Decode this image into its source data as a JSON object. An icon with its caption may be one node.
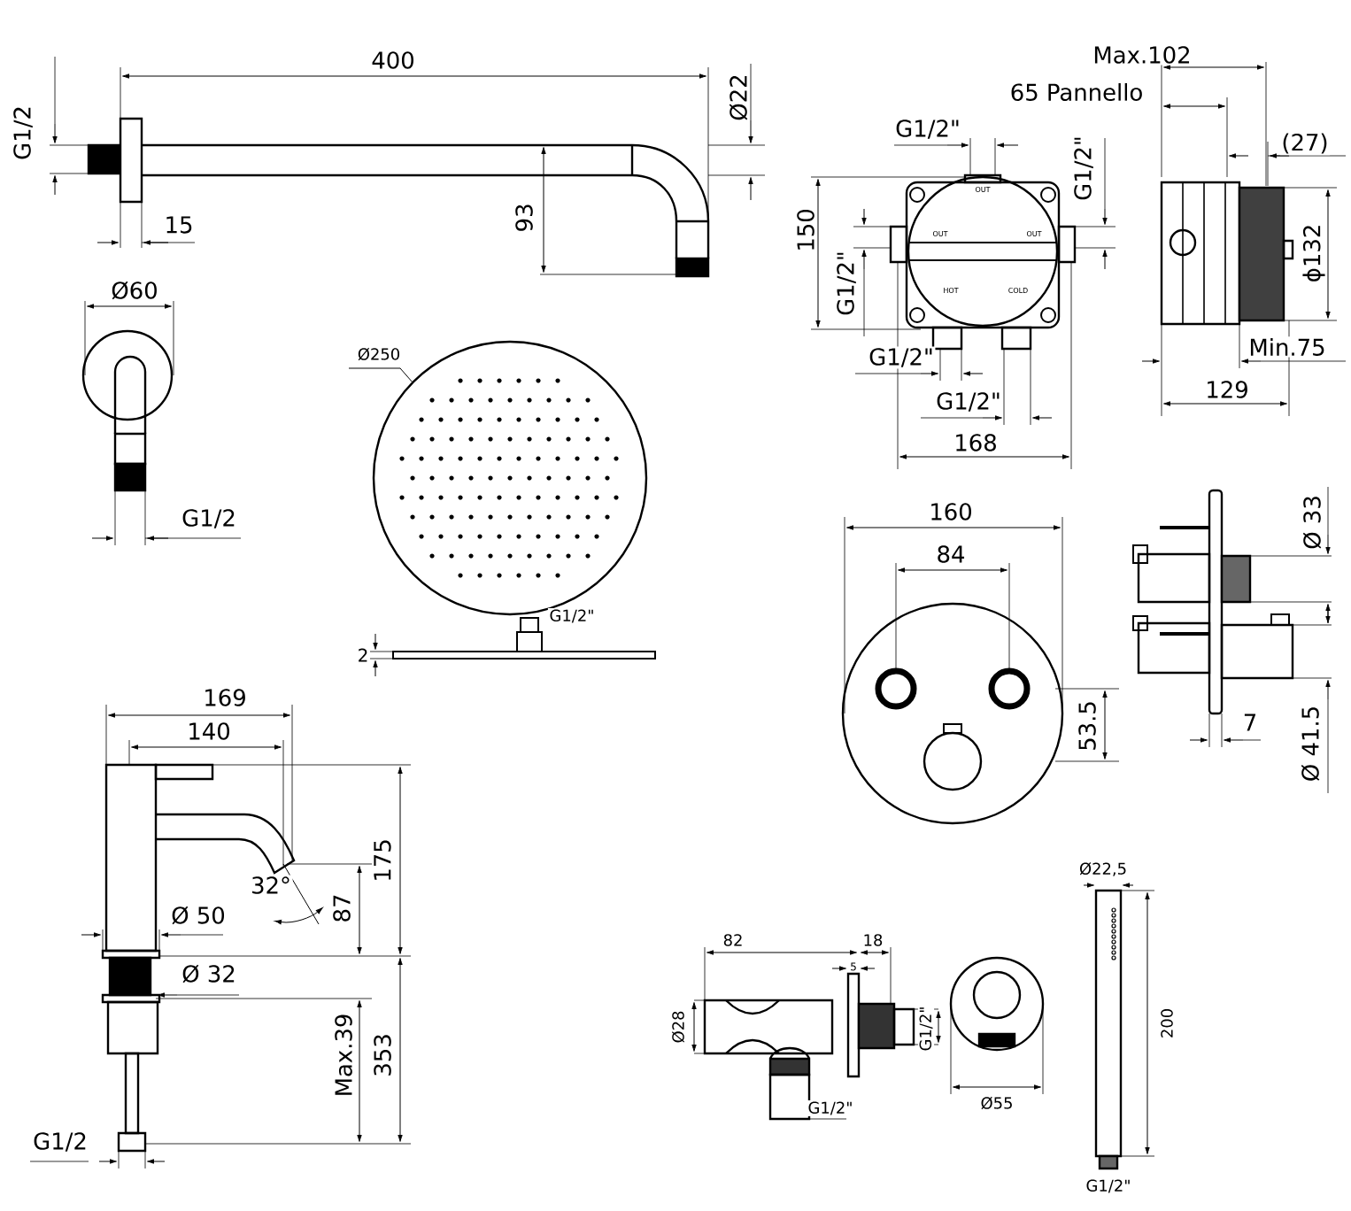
{
  "diagram": {
    "labels": [
      "Max.102",
      "400",
      "Ø22",
      "65 Pannello",
      "G1/2",
      "G1/2\"",
      "G1/2\"",
      "(27)",
      "OUT",
      "150",
      "93",
      "15",
      "OUT",
      "OUT",
      "ϕ132",
      "G1/2\"",
      "HOT",
      "COLD",
      "Ø60",
      "Min.75",
      "Ø250",
      "G1/2\"",
      "129",
      "G1/2\"",
      "168",
      "G1/2",
      "160",
      "Ø 33",
      "84",
      "G1/2\"",
      "2",
      "169",
      "53.5",
      "7",
      "140",
      "Ø 41.5",
      "175",
      "Ø22,5",
      "32°",
      "87",
      "Ø 50",
      "82",
      "18",
      "5",
      "Ø 32",
      "200",
      "Ø28",
      "G1/2\"",
      "Max.39",
      "353",
      "Ø55",
      "G1/2\"",
      "G1/2",
      "G1/2\""
    ]
  }
}
